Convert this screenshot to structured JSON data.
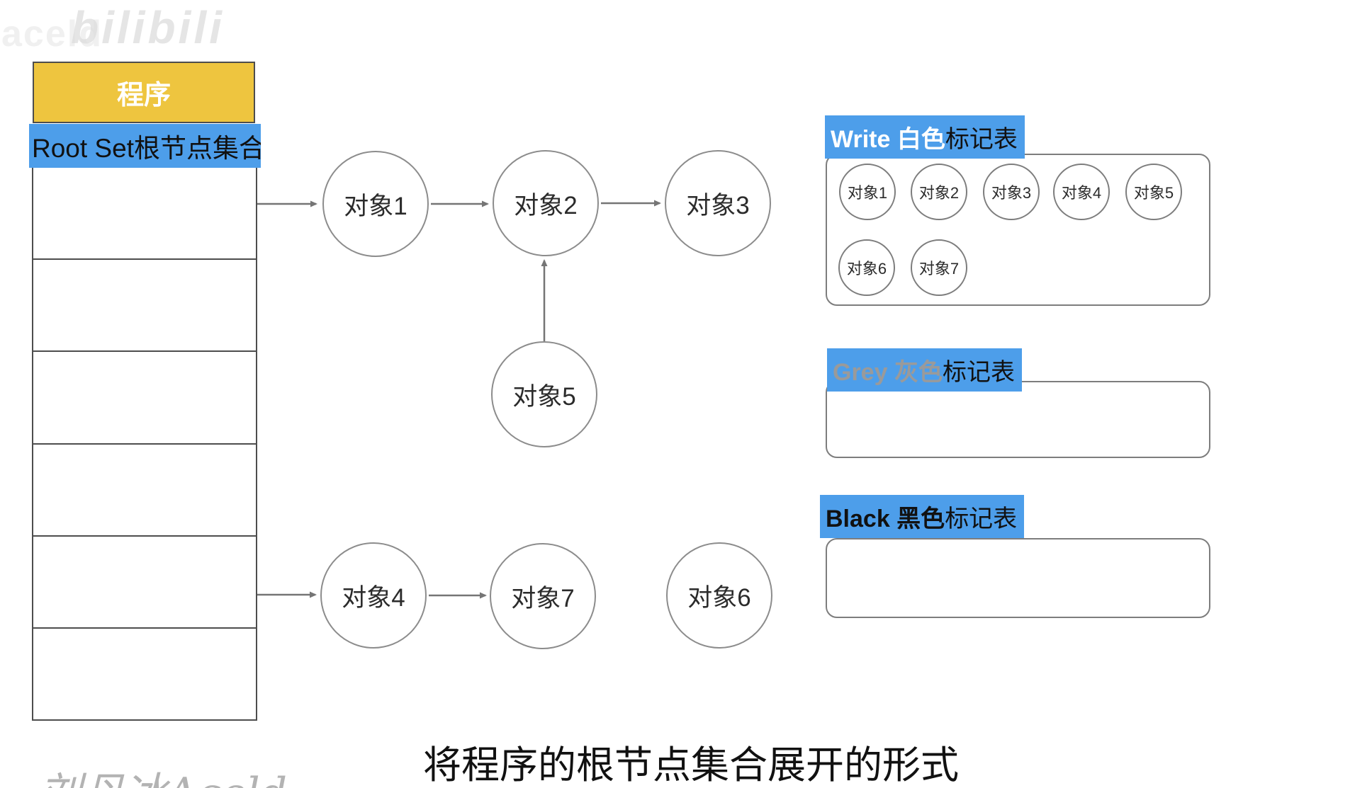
{
  "watermarks": {
    "top_left_a": "aceld",
    "top_left_b": "bilibili",
    "bottom_left": "刘丹冰Aceld"
  },
  "stack": {
    "header": "程序",
    "root_row": "Root Set根节点集合",
    "empty_row_count": 6
  },
  "graph": {
    "nodes": [
      {
        "id": "obj1",
        "label": "对象1"
      },
      {
        "id": "obj2",
        "label": "对象2"
      },
      {
        "id": "obj3",
        "label": "对象3"
      },
      {
        "id": "obj5",
        "label": "对象5"
      },
      {
        "id": "obj4",
        "label": "对象4"
      },
      {
        "id": "obj7",
        "label": "对象7"
      },
      {
        "id": "obj6",
        "label": "对象6"
      }
    ],
    "edges": [
      "root-set -> obj1",
      "obj1 -> obj2",
      "obj2 -> obj3",
      "obj5 -> obj2",
      "root-set -> obj4",
      "obj4 -> obj7"
    ]
  },
  "panels": [
    {
      "label_head": "Write 白色",
      "label_tail": "标记表",
      "items": [
        "对象1",
        "对象2",
        "对象3",
        "对象4",
        "对象5",
        "对象6",
        "对象7"
      ]
    },
    {
      "label_head": "Grey 灰色",
      "label_tail": "标记表",
      "items": []
    },
    {
      "label_head": "Black 黑色",
      "label_tail": "标记表",
      "items": []
    }
  ],
  "caption": "将程序的根节点集合展开的形式",
  "colors": {
    "accent_blue": "#4D9EEA",
    "accent_yellow": "#EEC53F",
    "line_grey": "#757575",
    "border_dark": "#4d4d4d"
  }
}
